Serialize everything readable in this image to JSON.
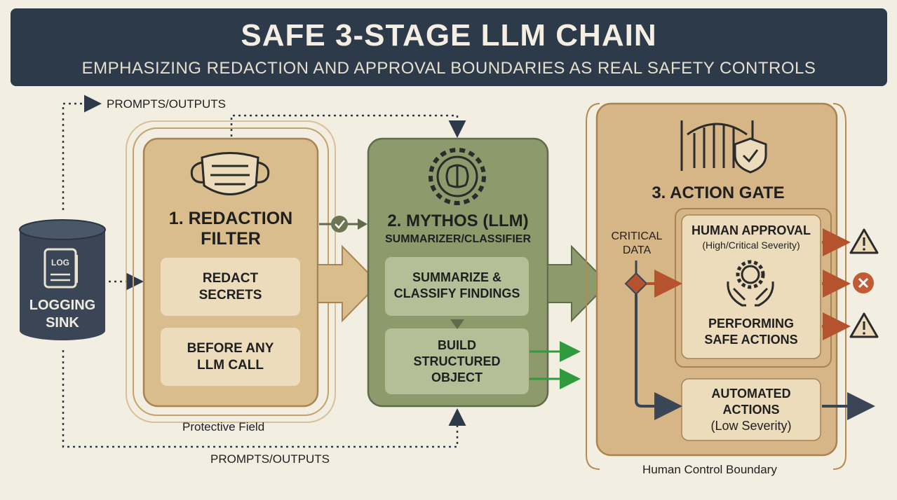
{
  "header": {
    "title": "SAFE 3-STAGE LLM CHAIN",
    "subtitle": "EMPHASIZING REDACTION AND APPROVAL BOUNDARIES AS REAL SAFETY CONTROLS"
  },
  "logging": {
    "icon_text": "LOG",
    "label_line1": "LOGGING",
    "label_line2": "SINK"
  },
  "flow_labels": {
    "top": "PROMPTS/OUTPUTS",
    "bottom": "PROMPTS/OUTPUTS"
  },
  "stage1": {
    "title_line1": "1. REDACTION",
    "title_line2": "FILTER",
    "box1_line1": "REDACT",
    "box1_line2": "SECRETS",
    "box2_line1": "BEFORE ANY",
    "box2_line2": "LLM CALL",
    "field_label": "Protective Field"
  },
  "stage2": {
    "title": "2. MYTHOS (LLM)",
    "subtitle": "SUMMARIZER/CLASSIFIER",
    "box1_line1": "SUMMARIZE &",
    "box1_line2": "CLASSIFY FINDINGS",
    "box2_line1": "BUILD",
    "box2_line2": "STRUCTURED",
    "box2_line3": "OBJECT"
  },
  "stage3": {
    "title": "3. ACTION GATE",
    "critical_line1": "CRITICAL",
    "critical_line2": "DATA",
    "approval_title": "HUMAN APPROVAL",
    "approval_sub": "(High/Critical Severity)",
    "performing_line1": "PERFORMING",
    "performing_line2": "SAFE ACTIONS",
    "auto_line1": "AUTOMATED",
    "auto_line2": "ACTIONS",
    "auto_line3": "(Low Severity)",
    "boundary_label": "Human Control Boundary"
  },
  "colors": {
    "header": "#2d3a4a",
    "tan": "#d9bd8c",
    "tan_inner": "#ecdcbb",
    "green": "#8c9a6c",
    "green_inner": "#b4bf98",
    "gate": "#d6b687",
    "slate": "#3a4656",
    "red_arrow": "#b5532e",
    "green_arrow": "#2f9a3e"
  }
}
